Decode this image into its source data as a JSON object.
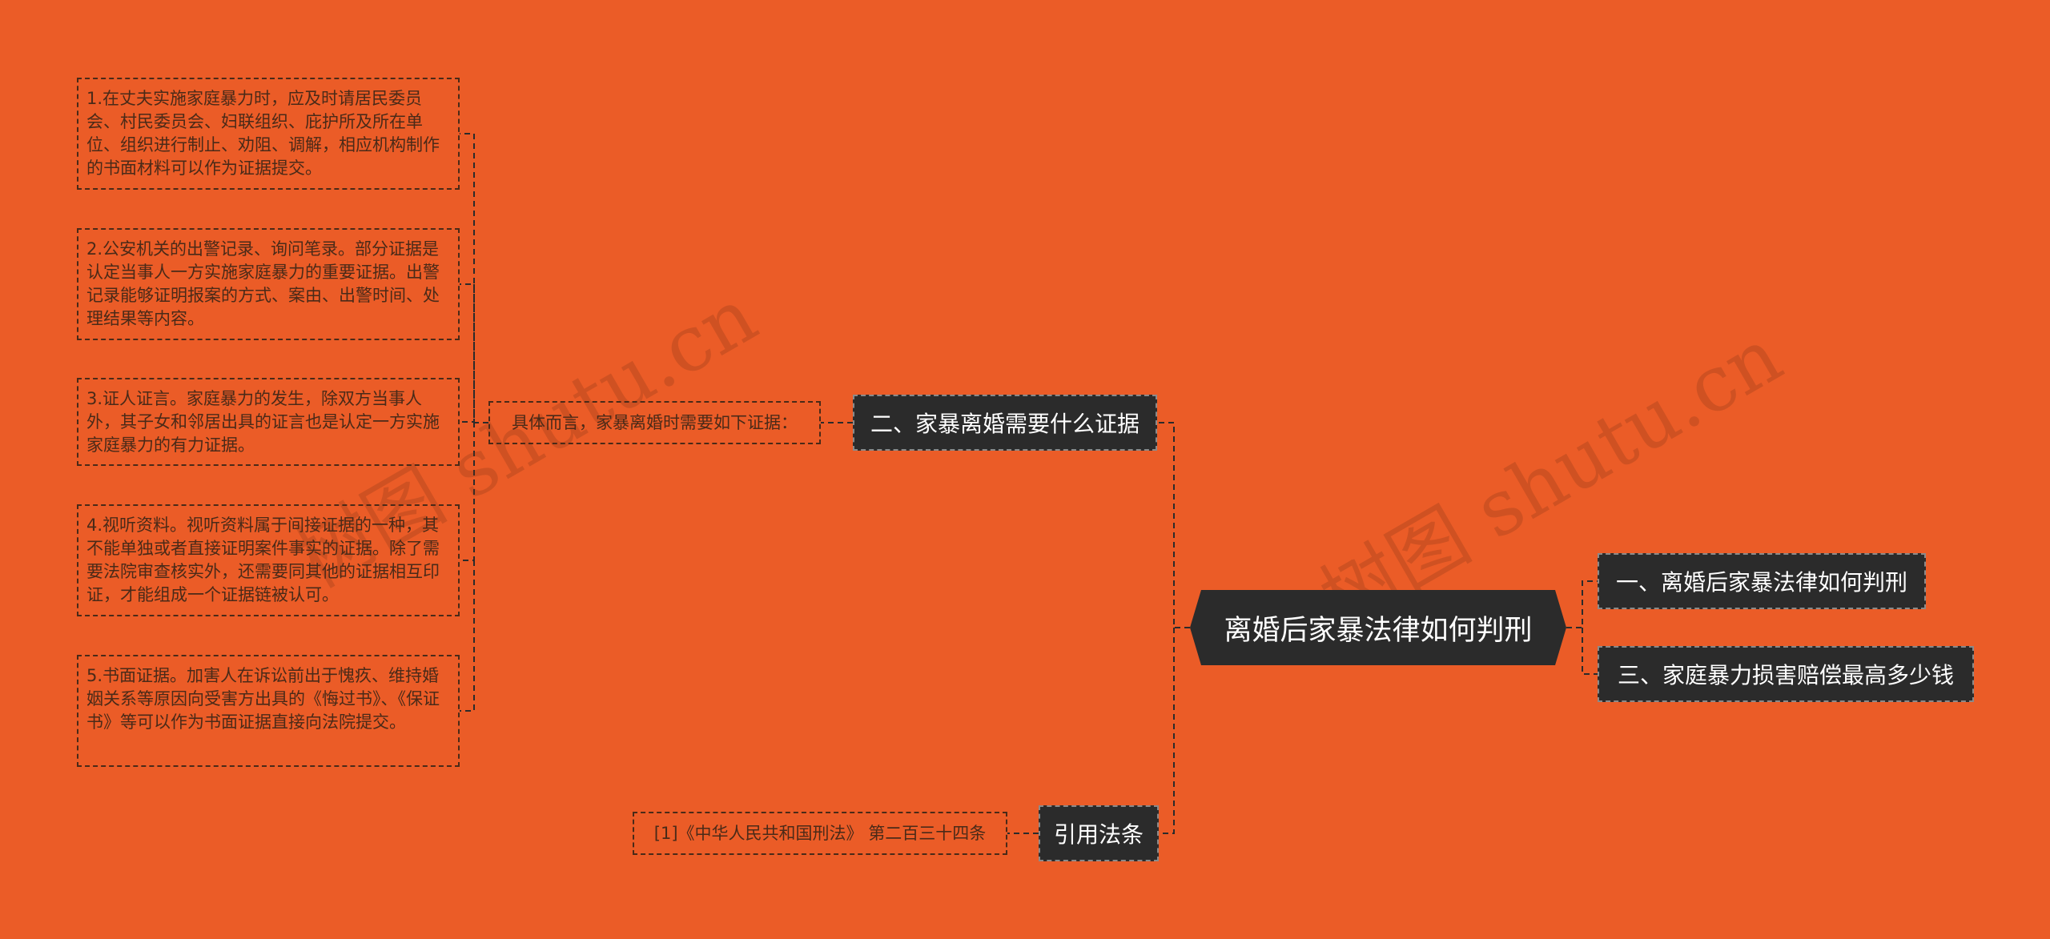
{
  "root": {
    "label": "离婚后家暴法律如何判刑"
  },
  "branches": [
    {
      "label": "二、家暴离婚需要什么证据"
    },
    {
      "label": "一、离婚后家暴法律如何判刑"
    },
    {
      "label": "三、家庭暴力损害赔偿最高多少钱"
    },
    {
      "label": "引用法条"
    }
  ],
  "evidence_intro": "具体而言，家暴离婚时需要如下证据：",
  "evidence_items": [
    "1.在丈夫实施家庭暴力时，应及时请居民委员会、村民委员会、妇联组织、庇护所及所在单位、组织进行制止、劝阻、调解，相应机构制作的书面材料可以作为证据提交。",
    "2.公安机关的出警记录、询问笔录。部分证据是认定当事人一方实施家庭暴力的重要证据。出警记录能够证明报案的方式、案由、出警时间、处理结果等内容。",
    "3.证人证言。家庭暴力的发生，除双方当事人外，其子女和邻居出具的证言也是认定一方实施家庭暴力的有力证据。",
    "4.视听资料。视听资料属于间接证据的一种，其不能单独或者直接证明案件事实的证据。除了需要法院审查核实外，还需要同其他的证据相互印证，才能组成一个证据链被认可。",
    "5.书面证据。加害人在诉讼前出于愧疚、维持婚姻关系等原因向受害方出具的《悔过书》、《保证书》等可以作为书面证据直接向法院提交。"
  ],
  "citation": "[1]《中华人民共和国刑法》 第二百三十四条",
  "watermarks": [
    "树图 shutu.cn",
    "树图 shutu.cn"
  ],
  "colors": {
    "background": "#EB5C27",
    "node_dark": "#2B2B2B",
    "node_text": "#FFFFFF",
    "leaf_text": "#4A2A18"
  }
}
